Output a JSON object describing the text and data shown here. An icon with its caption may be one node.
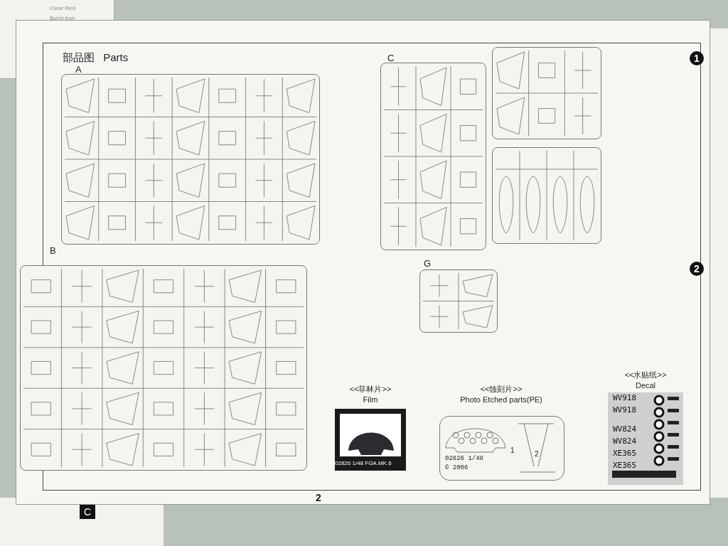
{
  "diagram": {
    "title": "部品图 Parts",
    "nodes": [
      {
        "text": [
          "A"
        ]
      },
      {
        "text": [
          "B"
        ]
      },
      {
        "text": [
          "C"
        ]
      },
      {
        "text": [],
        "shape": "box"
      },
      {
        "text": [],
        "shape": "box"
      },
      {
        "text": [
          "G"
        ]
      },
      {
        "text": [
          "<<菲林片>>",
          "Film"
        ]
      },
      {
        "text": [
          "<<蚀刻片>>",
          "Photo Etched parts(PE)"
        ]
      },
      {
        "text": [
          "<<水贴纸>>",
          "Decal"
        ]
      }
    ],
    "labels": [
      "Clear Red",
      "Burnt Iron",
      "1",
      "2",
      "02826 1/48 FGA.MK.6",
      "1",
      "2",
      "02826 1/48",
      "© 2006",
      "WV918",
      "WV918",
      "WV824",
      "WV824",
      "XE365",
      "XE365",
      "2",
      "C"
    ]
  }
}
